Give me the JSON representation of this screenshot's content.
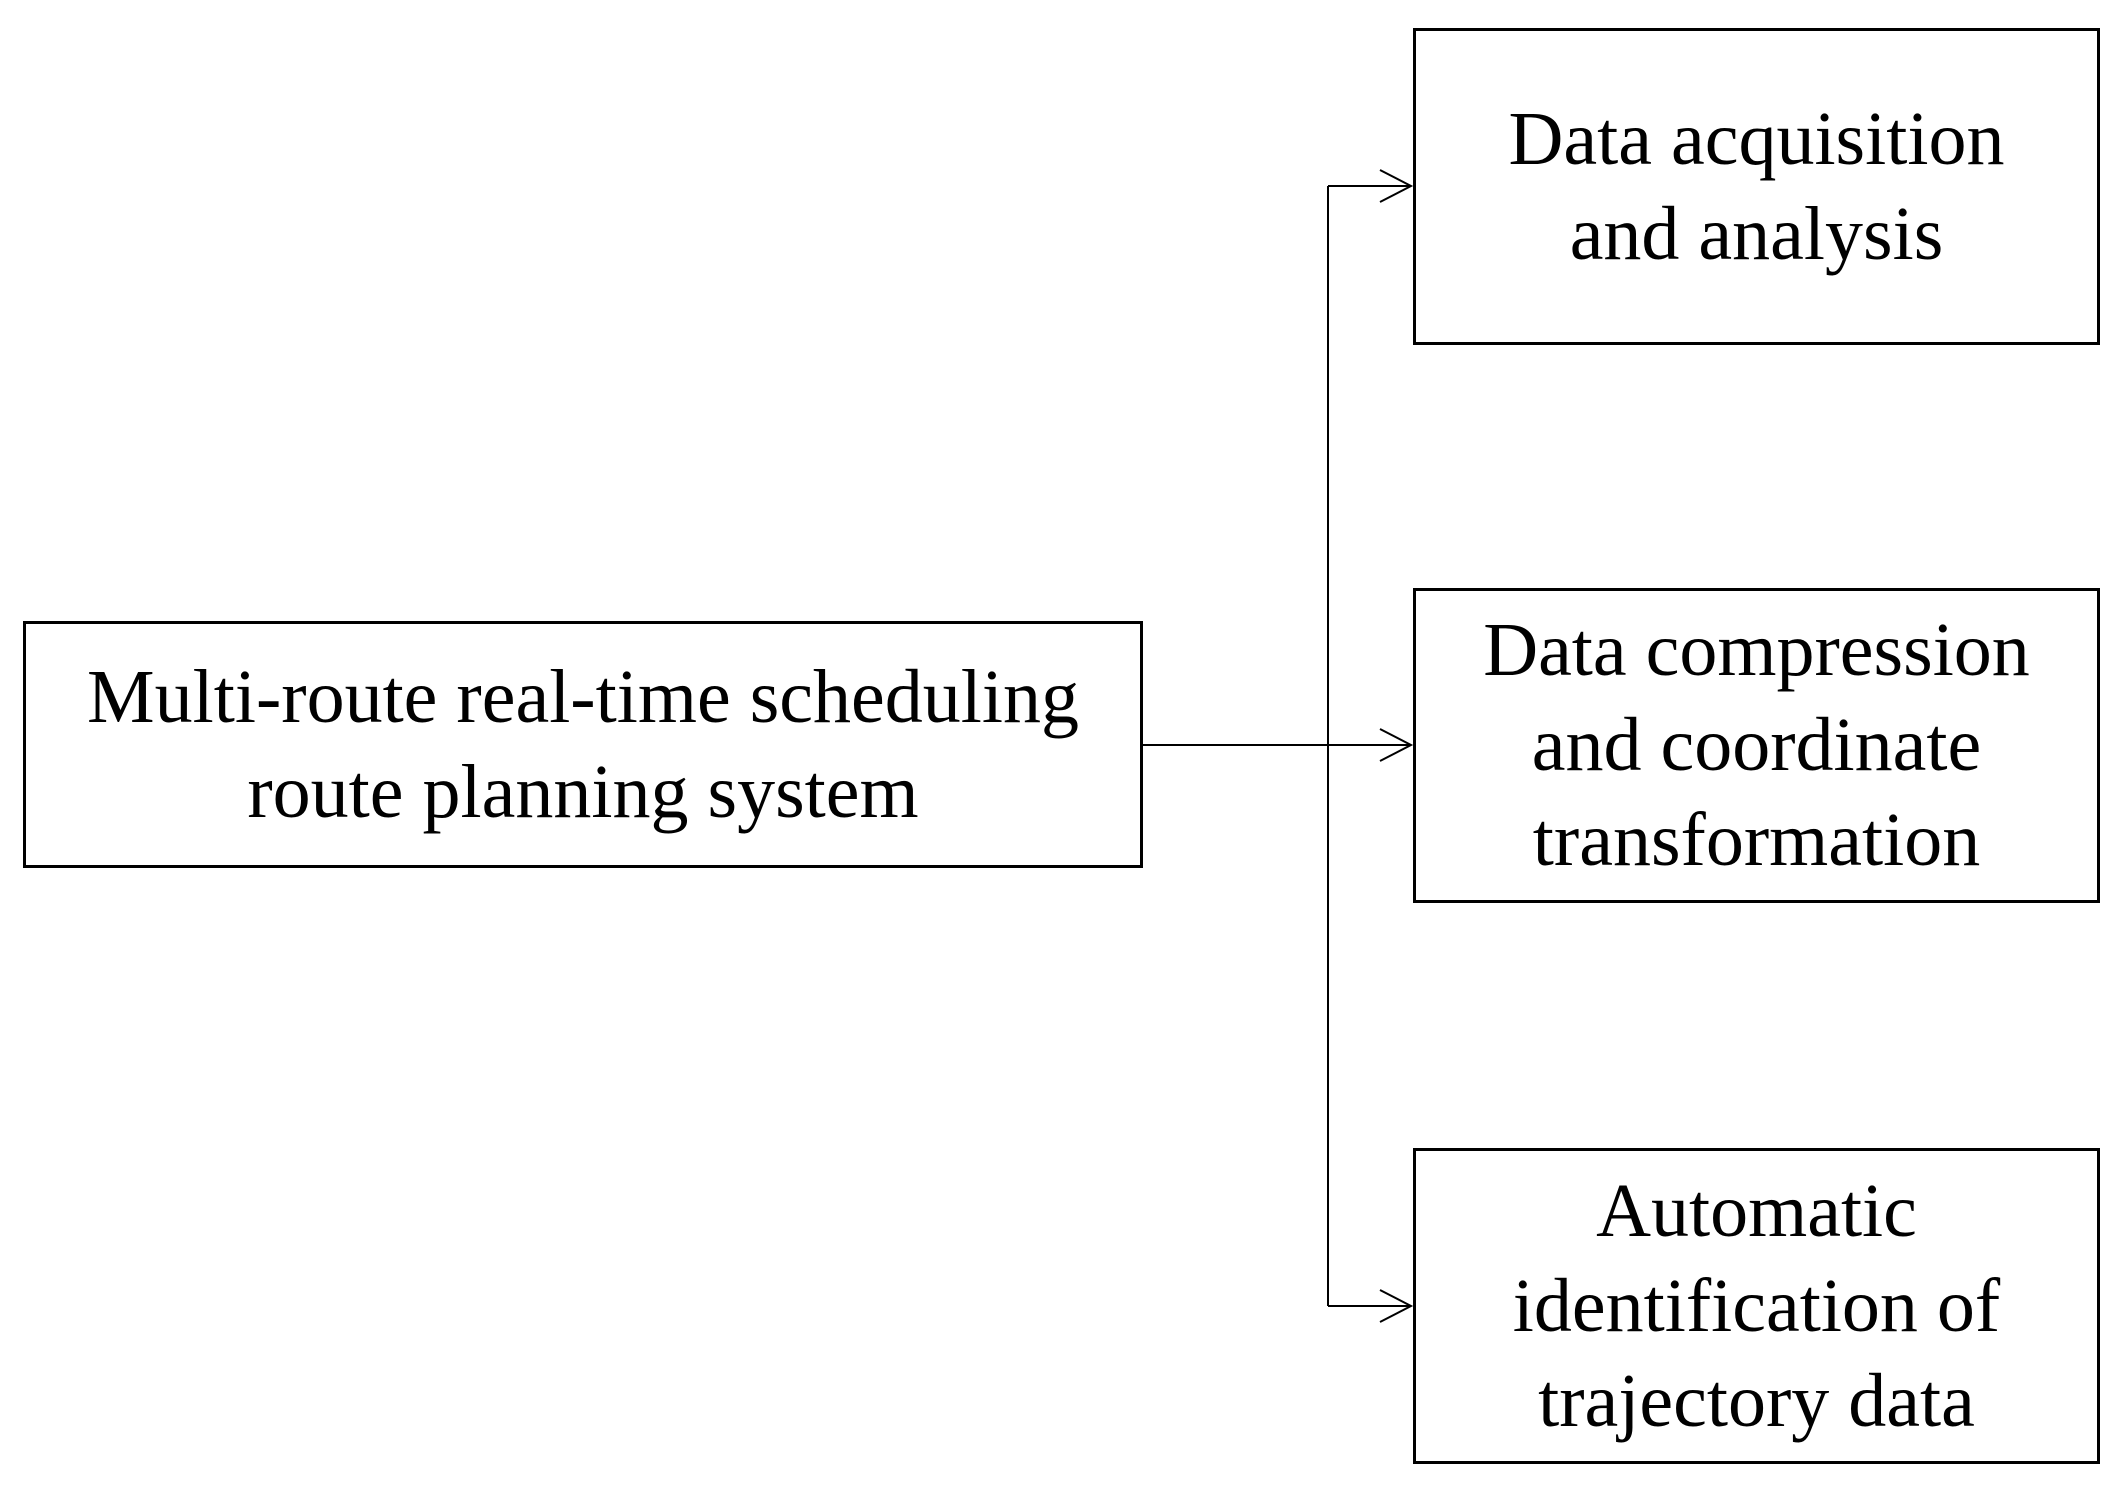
{
  "diagram": {
    "main_node": {
      "lines": [
        "Multi-route real-time scheduling",
        "route planning system"
      ]
    },
    "child_nodes": [
      {
        "lines": [
          "Data acquisition",
          "and analysis"
        ]
      },
      {
        "lines": [
          "Data compression",
          "and coordinate",
          "transformation"
        ]
      },
      {
        "lines": [
          "Automatic",
          "identification of",
          "trajectory data"
        ]
      }
    ]
  }
}
